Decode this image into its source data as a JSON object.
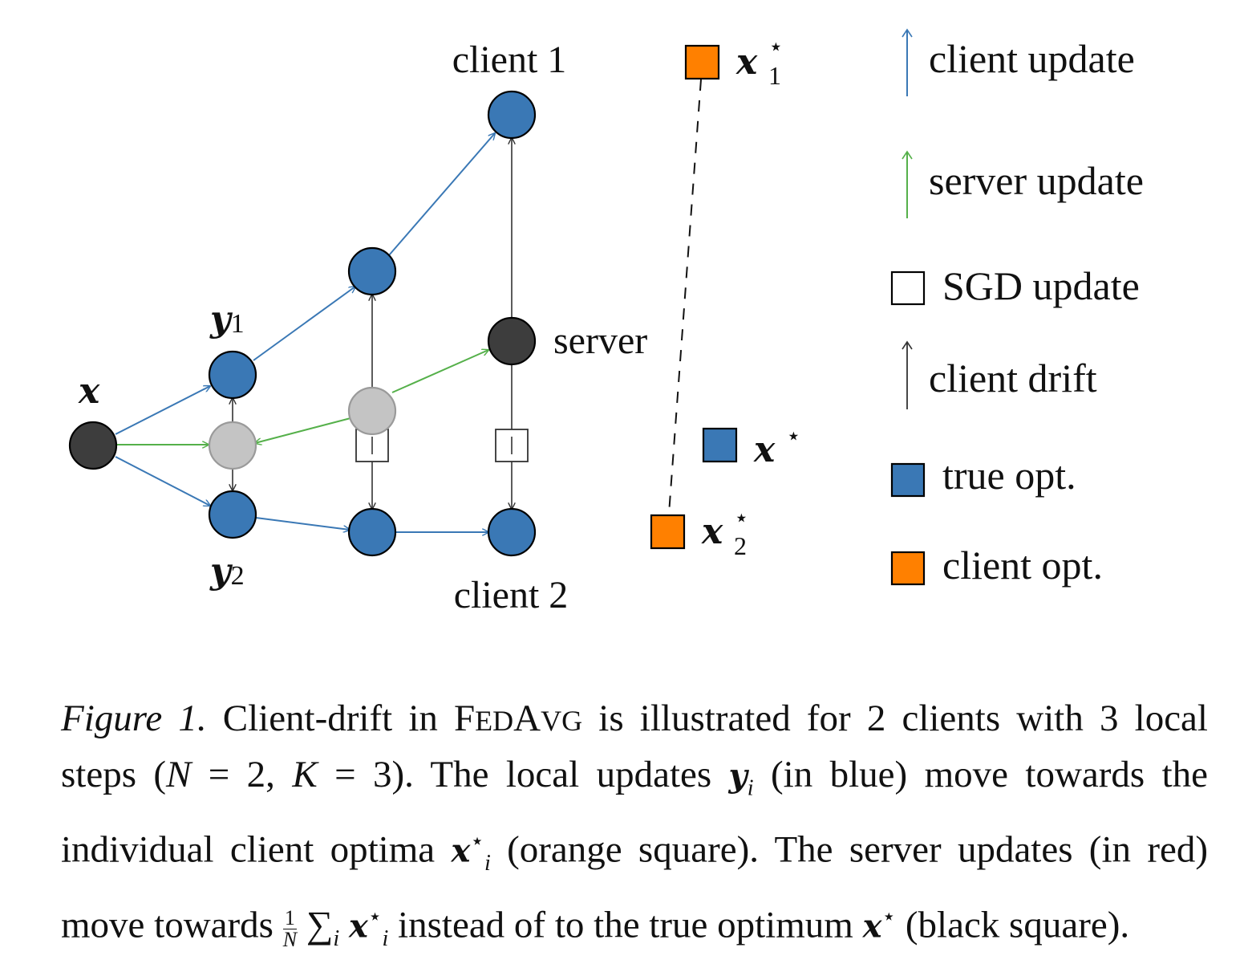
{
  "labels": {
    "client1": "client 1",
    "client2": "client 2",
    "server": "server",
    "x": "x",
    "y1_base": "y",
    "y1_sub": "1",
    "y2_base": "y",
    "y2_sub": "2",
    "x1star_base": "x",
    "x1star_sup": "⋆",
    "x1star_sub": "1",
    "x2star_base": "x",
    "x2star_sup": "⋆",
    "x2star_sub": "2",
    "xstar_base": "x",
    "xstar_sup": "⋆"
  },
  "legend": {
    "client_update": "client update",
    "server_update": "server update",
    "sgd_update": "SGD update",
    "client_drift": "client drift",
    "true_opt": "true opt.",
    "client_opt": "client opt."
  },
  "colors": {
    "client_update": "#3a78b5",
    "server_update": "#55b04a",
    "client_drift": "#333333",
    "node_blue": "#3a78b5",
    "node_dark": "#3d3d3d",
    "node_gray": "#c4c4c4",
    "opt_orange": "#ff8000"
  },
  "caption": {
    "fig": "Figure 1.",
    "t1": " Client-drift in ",
    "fedavg_F": "F",
    "fedavg_ED": "ED",
    "fedavg_A": "A",
    "fedavg_VG": "VG",
    "t2": " is illustrated for 2 clients with 3 local steps (",
    "N": "N",
    "t3": " = 2, ",
    "K": "K",
    "t4": " = 3). The local updates ",
    "y": "y",
    "i1": "i",
    "t5": " (in blue) move towards the individual client optima ",
    "x1": "x",
    "star1": "⋆",
    "i2": "i",
    "t6": " (orange square). The server updates (in red) move towards ",
    "frac_num": "1",
    "frac_den": "N",
    "sum": "∑",
    "i3": "i",
    "x2": "x",
    "star2": "⋆",
    "i4": "i",
    "t7": " instead of to the true optimum ",
    "x3": "x",
    "star3": "⋆",
    "t8": " (black square)."
  }
}
